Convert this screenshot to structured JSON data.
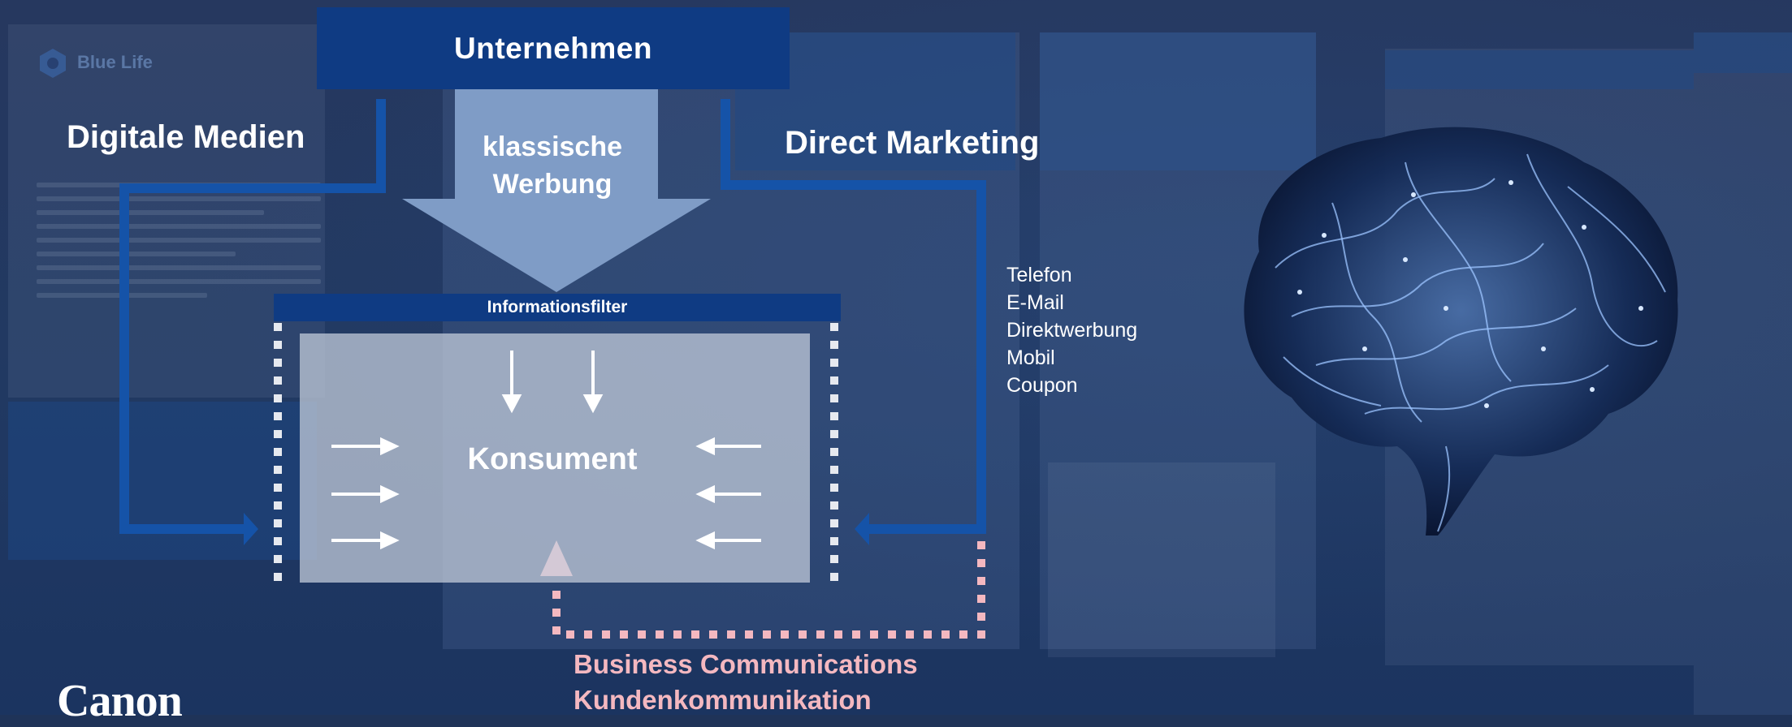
{
  "header": {
    "title": "Unternehmen"
  },
  "channels_left": {
    "label": "Digitale Medien"
  },
  "channels_center": {
    "label_line1": "klassische",
    "label_line2": "Werbung"
  },
  "channels_right": {
    "label": "Direct Marketing"
  },
  "filter": {
    "label": "Informationsfilter"
  },
  "consumer": {
    "label": "Konsument"
  },
  "direct_marketing_items": [
    "Telefon",
    "E-Mail",
    "Direktwerbung",
    "Mobil",
    "Coupon"
  ],
  "business": {
    "line1": "Business Communications",
    "line2": "Kundenkommunikation"
  },
  "brand": {
    "logo_text": "Canon"
  },
  "background_brochure": {
    "brand_name": "Blue Life"
  },
  "colors": {
    "dark_blue": "#0f3b83",
    "arrow_blue": "#1553a8",
    "light_blue_arrow": "#7f9cc6",
    "pink": "#f4b8c0",
    "white": "#ffffff"
  },
  "icons": [
    "blue-life-logo-icon",
    "brain-image",
    "canon-logo"
  ]
}
